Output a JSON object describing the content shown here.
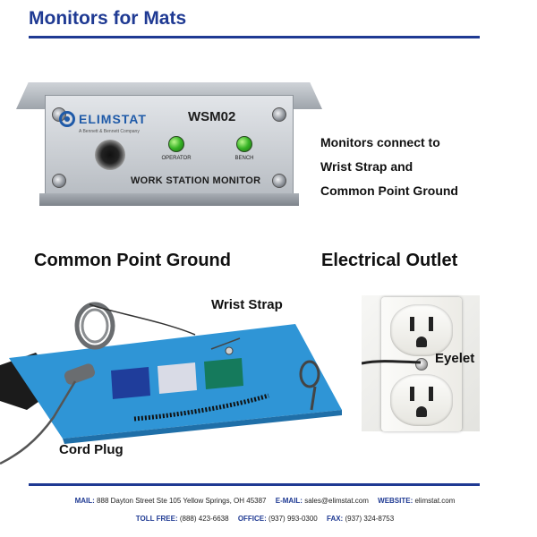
{
  "header": {
    "title": "Monitors for Mats"
  },
  "monitor": {
    "brand": "ELIMSTAT",
    "brand_sub": "A Bennett & Bennett Company",
    "model": "WSM02",
    "led_operator": "OPERATOR",
    "led_bench": "BENCH",
    "caption": "WORK STATION MONITOR",
    "description_lines": [
      "Monitors connect to",
      "Wrist Strap and",
      "Common Point Ground"
    ]
  },
  "sections": {
    "common_point_ground": "Common Point Ground",
    "electrical_outlet": "Electrical Outlet"
  },
  "callouts": {
    "wrist_strap": "Wrist Strap",
    "cord_plug": "Cord Plug",
    "eyelet": "Eyelet"
  },
  "footer": {
    "line1": [
      {
        "label": "MAIL:",
        "value": "888 Dayton Street Ste 105 Yellow Springs, OH 45387"
      },
      {
        "label": "E-MAIL:",
        "value": "sales@elimstat.com"
      },
      {
        "label": "WEBSITE:",
        "value": "elimstat.com"
      }
    ],
    "line2": [
      {
        "label": "TOLL FREE:",
        "value": "(888) 423-6638"
      },
      {
        "label": "OFFICE:",
        "value": "(937) 993-0300"
      },
      {
        "label": "FAX:",
        "value": "(937) 324-8753"
      }
    ]
  },
  "colors": {
    "brand_blue": "#1f3a93",
    "mat_blue": "#2f95d6",
    "led_green": "#36b325"
  }
}
